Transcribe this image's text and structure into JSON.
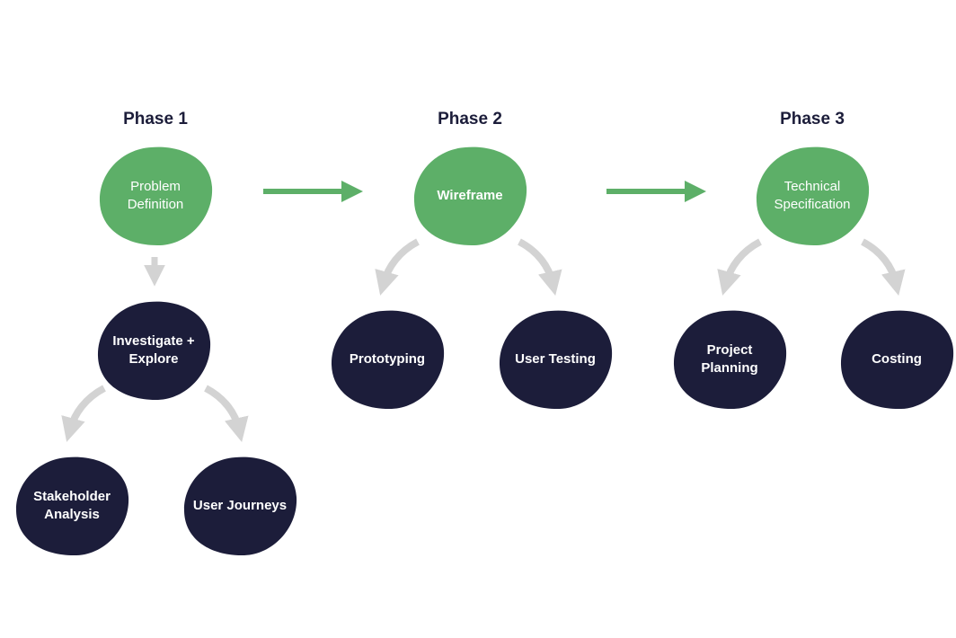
{
  "colors": {
    "green": "#5daf68",
    "navy": "#1c1d3a",
    "arrow_gray": "#d3d3d3",
    "arrow_green": "#5daf68"
  },
  "phases": [
    {
      "title": "Phase 1",
      "main": "Problem\nDefinition",
      "sub": "Investigate +\nExplore",
      "leaves": [
        "Stakeholder\nAnalysis",
        "User Journeys"
      ]
    },
    {
      "title": "Phase 2",
      "main": "Wireframe",
      "leaves": [
        "Prototyping",
        "User Testing"
      ]
    },
    {
      "title": "Phase 3",
      "main": "Technical\nSpecification",
      "leaves": [
        "Project\nPlanning",
        "Costing"
      ]
    }
  ]
}
